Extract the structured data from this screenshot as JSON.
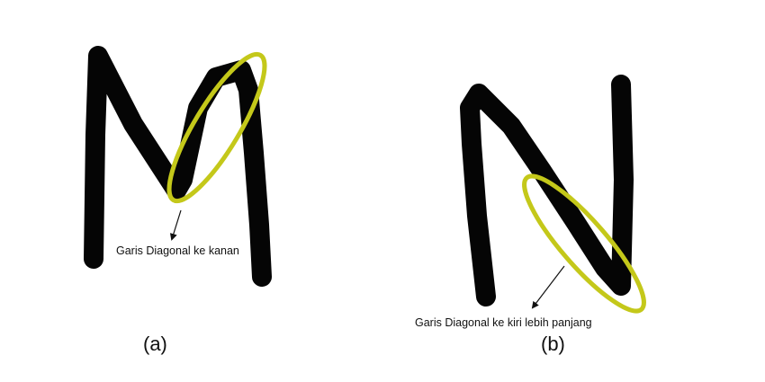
{
  "figure": {
    "panel_a": {
      "caption": "(a)",
      "annotation": "Garis Diagonal ke kanan"
    },
    "panel_b": {
      "caption": "(b)",
      "annotation": "Garis Diagonal ke kiri lebih panjang"
    }
  },
  "colors": {
    "stroke": "#050505",
    "highlight": "#c4c81a",
    "arrow": "#111111"
  }
}
